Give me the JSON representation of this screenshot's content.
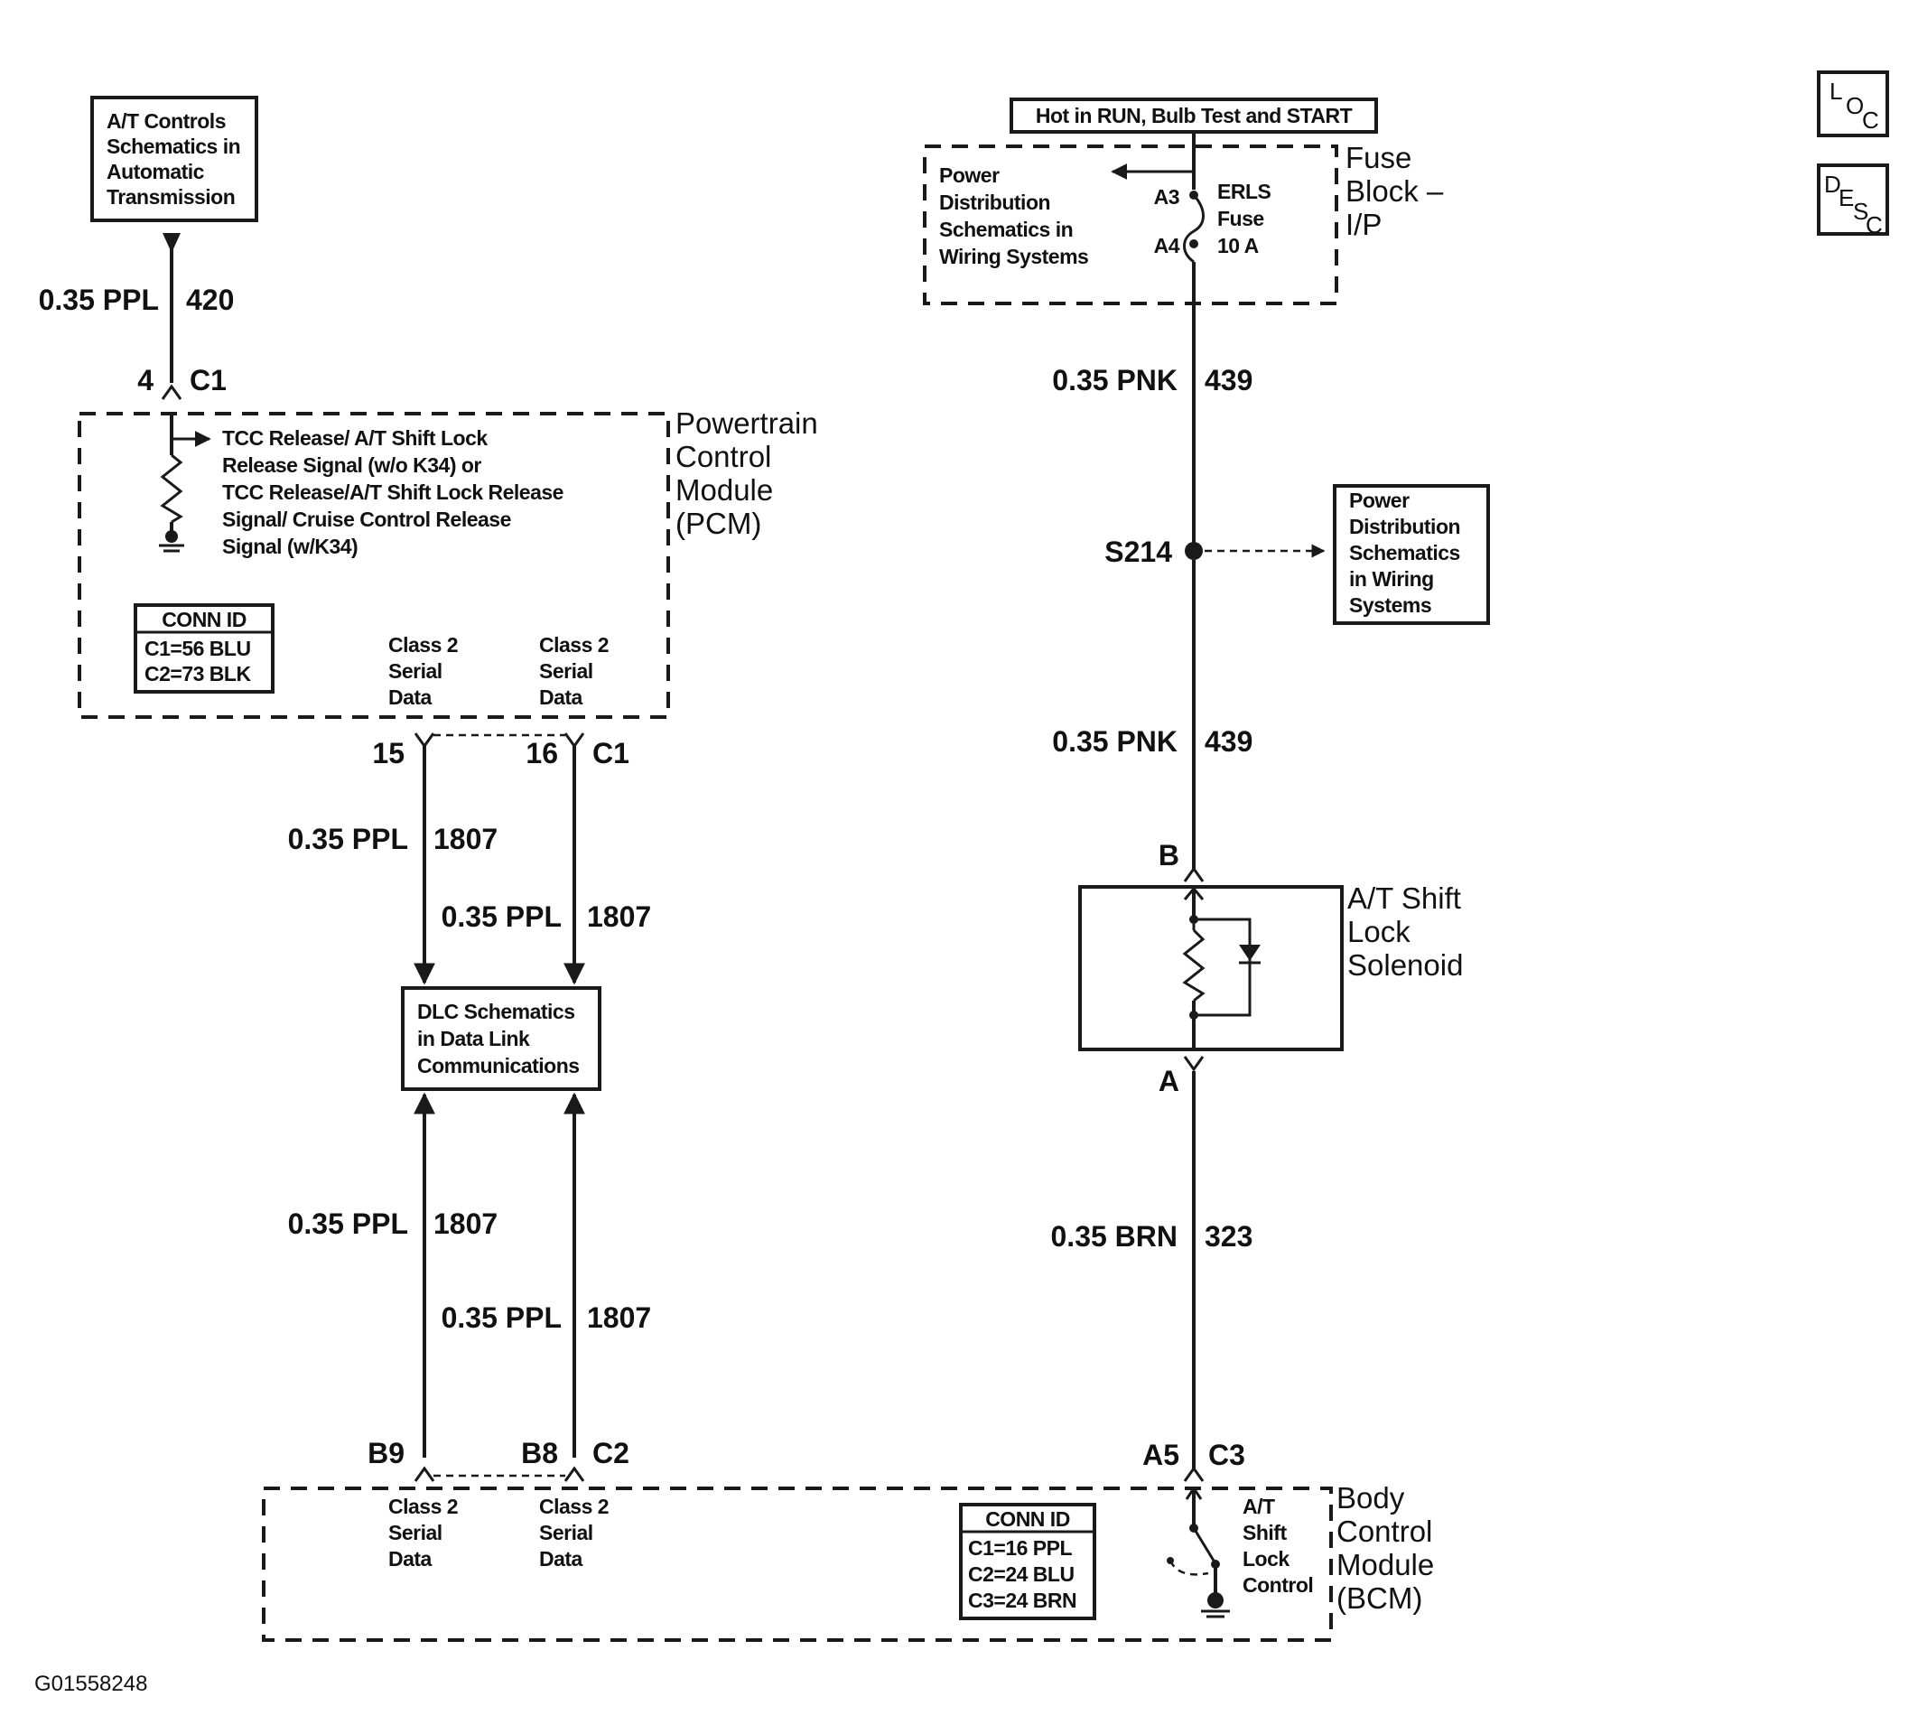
{
  "diagram_id": "G01558248",
  "badges": {
    "loc": [
      "L",
      "O",
      "C"
    ],
    "desc": [
      "D",
      "E",
      "S",
      "C"
    ]
  },
  "ref_boxes": {
    "at_controls": [
      "A/T Controls",
      "Schematics in",
      "Automatic",
      "Transmission"
    ],
    "hot_in": "Hot in RUN, Bulb Test and START",
    "power_dist_top": [
      "Power",
      "Distribution",
      "Schematics in",
      "Wiring Systems"
    ],
    "power_dist_right": [
      "Power",
      "Distribution",
      "Schematics",
      "in Wiring",
      "Systems"
    ],
    "dlc": [
      "DLC Schematics",
      "in Data Link",
      "Communications"
    ]
  },
  "fuse_block": {
    "title": [
      "Fuse",
      "Block –",
      "I/P"
    ],
    "pin_in": "A3",
    "pin_out": "A4",
    "fuse": [
      "ERLS",
      "Fuse",
      "10 A"
    ]
  },
  "pcm": {
    "title": [
      "Powertrain",
      "Control",
      "Module",
      "(PCM)"
    ],
    "signal": [
      "TCC Release/ A/T Shift Lock",
      "Release Signal (w/o K34) or",
      "TCC Release/A/T Shift Lock Release",
      "Signal/ Cruise Control Release",
      "Signal (w/K34)"
    ],
    "conn_id": {
      "header": "CONN ID",
      "rows": [
        "C1=56 BLU",
        "C2=73 BLK"
      ]
    },
    "serial_a": [
      "Class 2",
      "Serial",
      "Data"
    ],
    "serial_b": [
      "Class 2",
      "Serial",
      "Data"
    ],
    "pin_top": "4",
    "conn_top": "C1",
    "pin_l": "15",
    "pin_r": "16",
    "conn_bottom": "C1"
  },
  "bcm": {
    "title": [
      "Body",
      "Control",
      "Module",
      "(BCM)"
    ],
    "serial_a": [
      "Class 2",
      "Serial",
      "Data"
    ],
    "serial_b": [
      "Class 2",
      "Serial",
      "Data"
    ],
    "conn_id": {
      "header": "CONN ID",
      "rows": [
        "C1=16 PPL",
        "C2=24 BLU",
        "C3=24 BRN"
      ]
    },
    "switch": [
      "A/T",
      "Shift",
      "Lock",
      "Control"
    ],
    "pin_l": "B9",
    "pin_r": "B8",
    "conn_l": "C2",
    "pin_sw": "A5",
    "conn_sw": "C3"
  },
  "solenoid": {
    "title": [
      "A/T Shift",
      "Lock",
      "Solenoid"
    ],
    "pin_top": "B",
    "pin_bottom": "A"
  },
  "splice": "S214",
  "wires": {
    "w420": {
      "gauge": "0.35 PPL",
      "circuit": "420"
    },
    "w439a": {
      "gauge": "0.35 PNK",
      "circuit": "439"
    },
    "w439b": {
      "gauge": "0.35 PNK",
      "circuit": "439"
    },
    "w323": {
      "gauge": "0.35 BRN",
      "circuit": "323"
    },
    "w1807a": {
      "gauge": "0.35 PPL",
      "circuit": "1807"
    },
    "w1807b": {
      "gauge": "0.35 PPL",
      "circuit": "1807"
    },
    "w1807c": {
      "gauge": "0.35 PPL",
      "circuit": "1807"
    },
    "w1807d": {
      "gauge": "0.35 PPL",
      "circuit": "1807"
    }
  }
}
